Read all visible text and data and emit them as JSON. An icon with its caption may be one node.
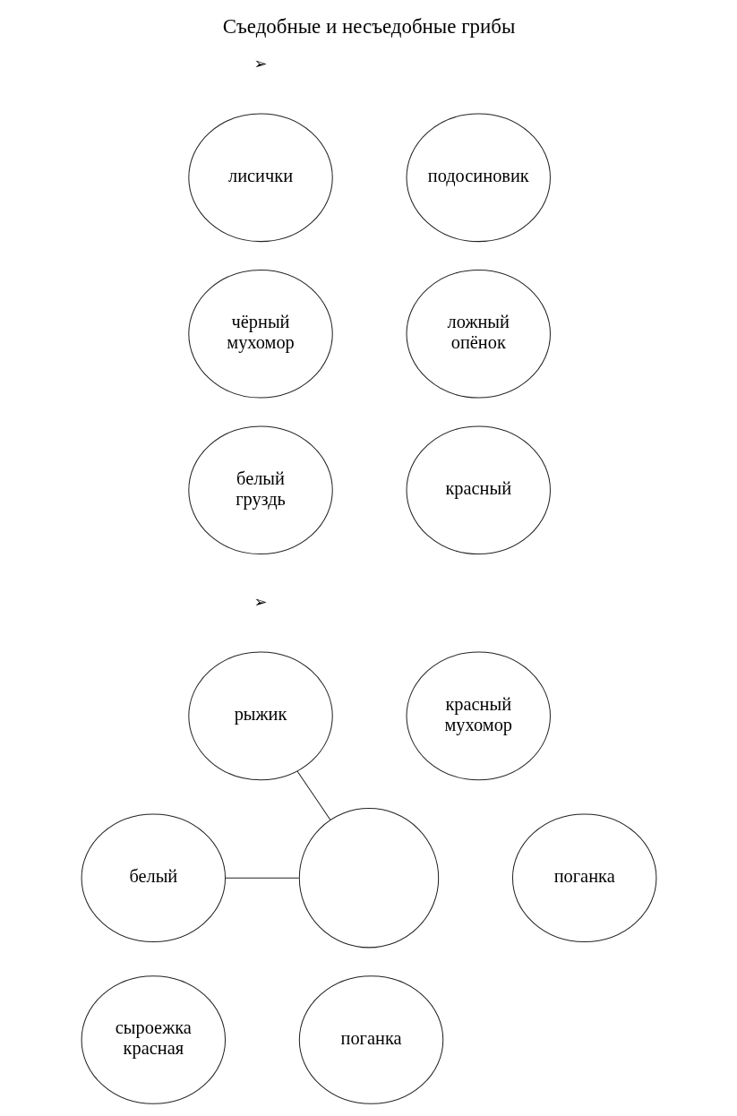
{
  "diagram": {
    "title": "Съедобные и несъедобные грибы",
    "nodes": [
      {
        "text": [
          "лисички"
        ]
      },
      {
        "text": [
          "подосиновик"
        ]
      },
      {
        "text": [
          "чёрный мухомор"
        ]
      },
      {
        "text": [
          "ложный опёнок"
        ]
      },
      {
        "text": [
          "белый груздь"
        ]
      },
      {
        "text": [
          "красный"
        ]
      },
      {
        "text": [
          "рыжик"
        ]
      },
      {
        "text": [
          "красный мухомор"
        ]
      },
      {
        "text": [
          "белый"
        ]
      },
      {
        "text": [],
        "shape": "circle"
      },
      {
        "text": [
          "поганка"
        ]
      },
      {
        "text": [
          "сыроежка красная"
        ]
      },
      {
        "text": [
          "поганка"
        ]
      }
    ],
    "edges": [
      {
        "from": 6,
        "to": 9,
        "arrow": "none"
      },
      {
        "from": 8,
        "to": 9,
        "arrow": "none"
      }
    ],
    "labels": [
      "➢",
      "➢"
    ]
  }
}
